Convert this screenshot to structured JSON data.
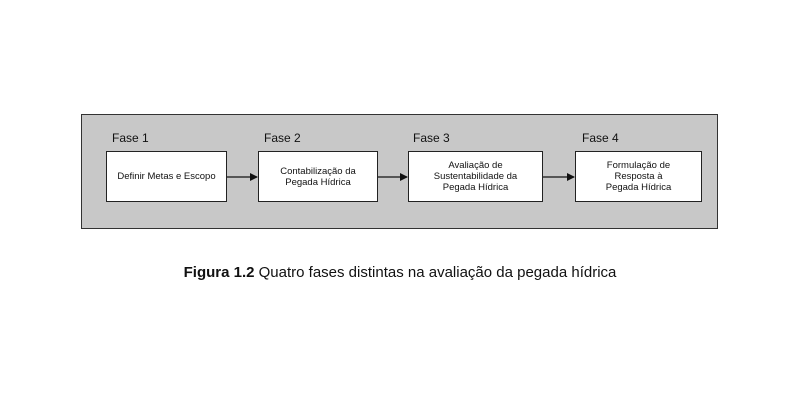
{
  "diagram": {
    "phases": [
      {
        "label": "Fase 1",
        "text": "Definir Metas e Escopo"
      },
      {
        "label": "Fase 2",
        "text": "Contabilização da\nPegada Hídrica"
      },
      {
        "label": "Fase 3",
        "text": "Avaliação de\nSustentabilidade da\nPegada Hídrica"
      },
      {
        "label": "Fase 4",
        "text": "Formulação de\nResposta à\nPegada Hídrica"
      }
    ]
  },
  "caption": {
    "label": "Figura 1.2",
    "text": "Quatro fases distintas na avaliação da pegada hídrica"
  }
}
